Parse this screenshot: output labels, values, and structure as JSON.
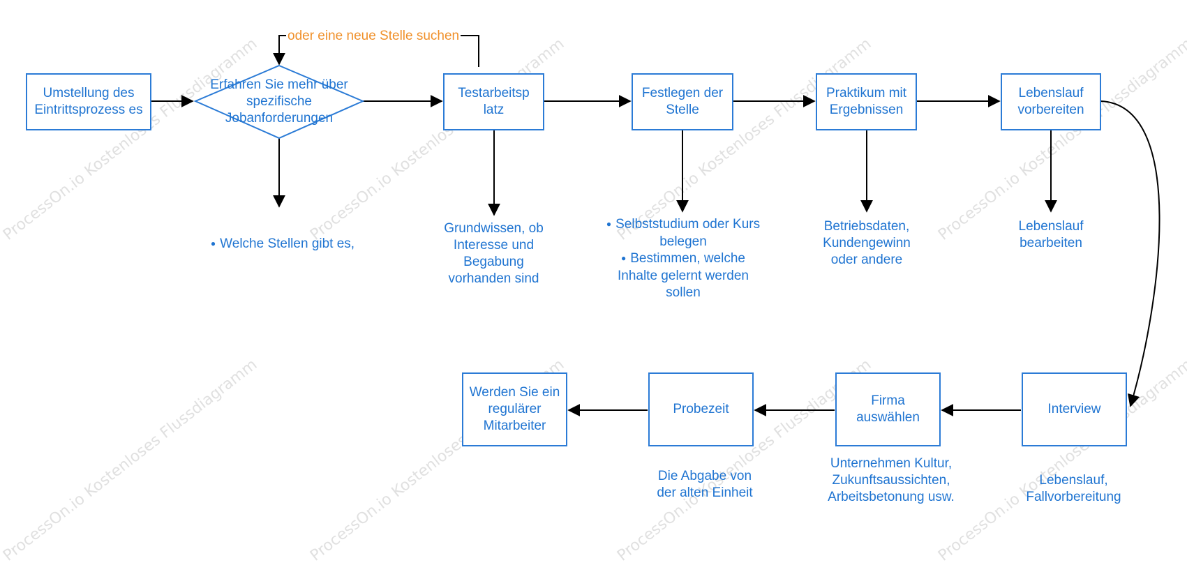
{
  "watermark": "ProcessOn.io Kostenloses Flussdiagramm",
  "nodes": {
    "umstellung": "Umstellung des Eintrittsprozess es",
    "erfahren": "Erfahren Sie mehr über spezifische Jobanforderungen",
    "testarbeitsplatz": "Testarbeitsp latz",
    "festlegen": "Festlegen der Stelle",
    "praktikum": "Praktikum mit Ergebnissen",
    "lebenslauf_vorbereiten": "Lebenslauf vorbereiten",
    "interview": "Interview",
    "firma": "Firma auswählen",
    "probezeit": "Probezeit",
    "regulaer": "Werden Sie ein regulärer Mitarbeiter"
  },
  "loop_label": "oder eine neue Stelle suchen",
  "notes": {
    "stellen": [
      "Welche Stellen gibt es,"
    ],
    "grundwissen": "Grundwissen, ob Interesse und Begabung vorhanden sind",
    "selbststudium": [
      "Selbststudium oder Kurs belegen",
      "Bestimmen, welche Inhalte gelernt werden sollen"
    ],
    "betriebsdaten": "Betriebsdaten, Kundengewinn oder andere",
    "lebenslauf_bearbeiten": "Lebenslauf bearbeiten",
    "fallvorbereitung": "Lebenslauf, Fallvorbereitung",
    "unternehmen": "Unternehmen Kultur, Zukunftsaussichten, Arbeitsbetonung usw.",
    "abgabe": "Die Abgabe von der alten Einheit"
  },
  "colors": {
    "node_border": "#2b7bd6",
    "text": "#1f74d1",
    "loop_label": "#f0902a",
    "arrow": "#000000",
    "watermark": "#d9d9d9"
  }
}
